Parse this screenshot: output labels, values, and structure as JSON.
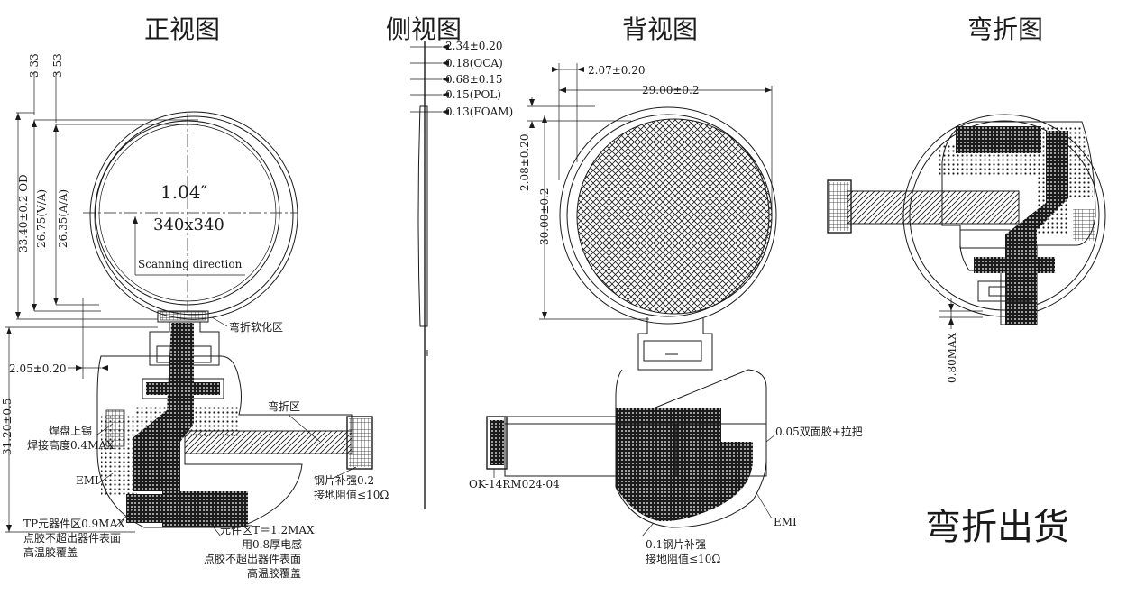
{
  "views": {
    "front": "正视图",
    "side": "侧视图",
    "back": "背视图",
    "bend": "弯折图"
  },
  "front": {
    "size": "1.04″",
    "resolution": "340x340",
    "scan": "Scanning direction",
    "dim_top1": "3.33",
    "dim_top2": "3.53",
    "dim_od": "33.40±0.2 OD",
    "dim_va": "26.75(V/A)",
    "dim_aa": "26.35(A/A)",
    "dim_fpc_total": "31.20±0.5",
    "dim_fpc_w": "2.05±0.20",
    "note_soft": "弯折软化区",
    "note_bend_area": "弯折区",
    "note_pad_1": "焊盘上锡",
    "note_pad_2": "焊接高度0.4MAX",
    "note_emi": "EMI",
    "note_tp_1": "TP元器件区0.9MAX",
    "note_tp_2": "点胶不超出器件表面",
    "note_tp_3": "高温胶覆盖",
    "note_comp_1": "元件区T＝1.2MAX",
    "note_comp_2": "用0.8厚电感",
    "note_comp_3": "点胶不超出器件表面",
    "note_comp_4": "高温胶覆盖",
    "note_steel_1": "钢片补强0.2",
    "note_steel_2": "接地阻值≤10Ω"
  },
  "side": {
    "d1": "2.34±0.20",
    "d2": "0.18(OCA)",
    "d3": "0.68±0.15",
    "d4": "0.15(POL)",
    "d5": "0.13(FOAM)"
  },
  "back": {
    "d_top": "2.07±0.20",
    "d_width": "29.00±0.2",
    "d_vert1": "2.08±0.20",
    "d_vert2": "30.00±0.2",
    "connector": "OK-14RM024-04",
    "tape": "0.05双面胶+拉把",
    "emi": "EMI",
    "steel_1": "0.1钢片补强",
    "steel_2": "接地阻值≤10Ω"
  },
  "bend": {
    "dim": "0.80MAX",
    "ship": "弯折出货"
  }
}
